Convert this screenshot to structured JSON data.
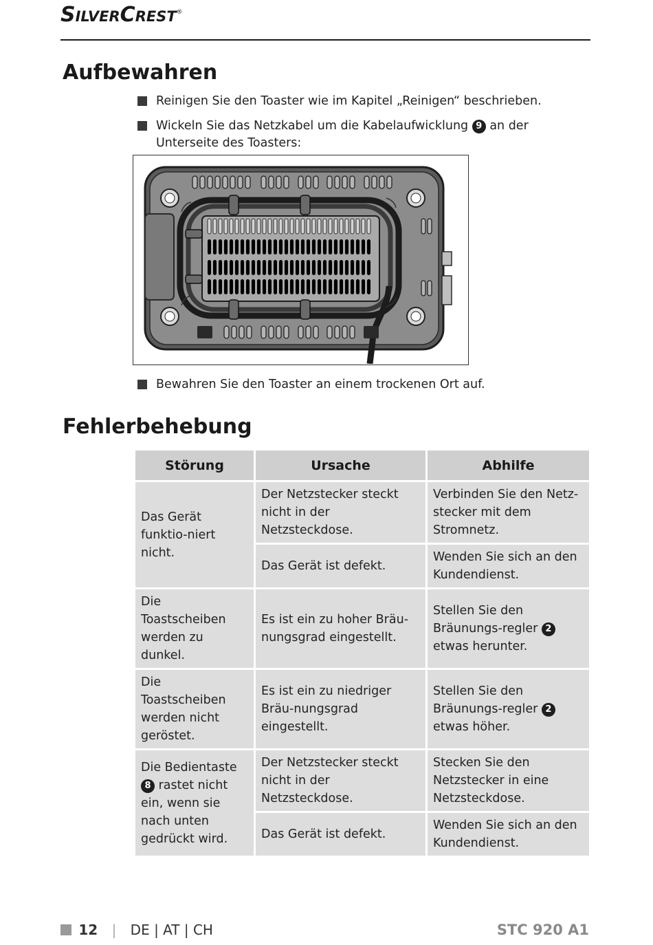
{
  "brand": {
    "name": "SilverCrest",
    "reg": "®"
  },
  "section_storage": {
    "title": "Aufbewahren",
    "bullet1": "Reinigen Sie den Toaster wie im Kapitel „Reinigen“ beschrieben.",
    "bullet2_before": "Wickeln Sie das Netzkabel um die Kabelaufwicklung",
    "bullet2_badge": "9",
    "bullet2_after": "an der Unterseite des Toasters:",
    "bullet3": "Bewahren Sie den Toaster an einem trockenen Ort auf."
  },
  "section_trouble": {
    "title": "Fehlerbehebung",
    "headers": {
      "stoerung": "Störung",
      "ursache": "Ursache",
      "abhilfe": "Abhilfe"
    },
    "rows": [
      {
        "stoerung": "Das Gerät funktio-niert nicht.",
        "ursache": "Der Netzstecker steckt nicht in der Netzsteckdose.",
        "abhilfe": "Verbinden Sie den Netz-stecker mit dem Stromnetz."
      },
      {
        "ursache": "Das Gerät ist defekt.",
        "abhilfe": "Wenden Sie sich an den Kundendienst."
      },
      {
        "stoerung": "Die Toastscheiben werden zu dunkel.",
        "ursache": "Es ist ein zu hoher Bräu-nungsgrad eingestellt.",
        "abhilfe_before": "Stellen Sie den Bräunungs-regler",
        "abhilfe_badge": "2",
        "abhilfe_after": "etwas herunter."
      },
      {
        "stoerung": "Die Toastscheiben werden nicht geröstet.",
        "ursache": "Es ist ein zu niedriger Bräu-nungsgrad eingestellt.",
        "abhilfe_before": "Stellen Sie den Bräunungs-regler",
        "abhilfe_badge": "2",
        "abhilfe_after": "etwas höher."
      },
      {
        "stoerung_before": "Die Bedientaste",
        "stoerung_badge": "8",
        "stoerung_after": "rastet nicht ein, wenn sie nach unten gedrückt wird.",
        "ursache": "Der Netzstecker steckt nicht in der Netzsteckdose.",
        "abhilfe": "Stecken Sie den Netzstecker in eine Netzsteckdose."
      },
      {
        "ursache": "Das Gerät ist defekt.",
        "abhilfe": "Wenden Sie sich an den Kundendienst."
      }
    ]
  },
  "footer": {
    "page": "12",
    "langs": "DE | AT | CH",
    "model": "STC 920 A1"
  },
  "colors": {
    "header_cell": "#cfcfcf",
    "body_cell": "#dddddd",
    "text": "#1f1f1f",
    "model": "#8a8a8a"
  },
  "icons": [
    "bullet-square-icon",
    "toaster-bottom-illustration"
  ]
}
